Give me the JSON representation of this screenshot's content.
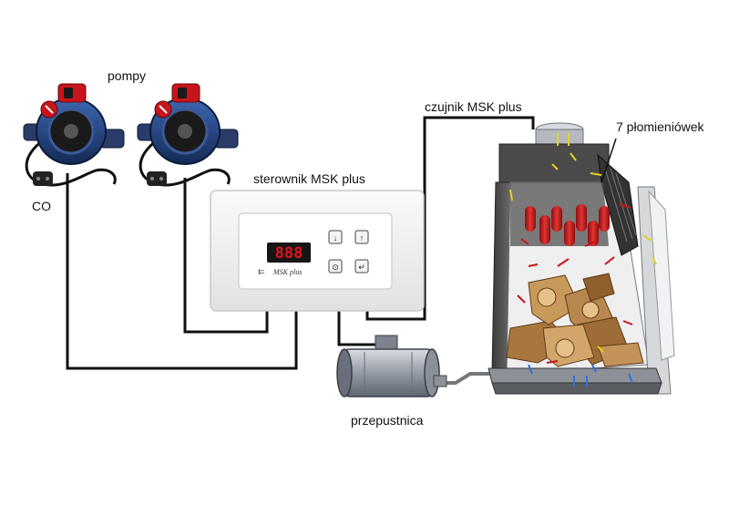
{
  "labels": {
    "pumps": "pompy",
    "co": "CO",
    "controller": "sterownik MSK plus",
    "sensor": "czujnik MSK plus",
    "flames": "7 płomieniówek",
    "damper": "przepustnica"
  },
  "controller": {
    "display": "888",
    "brand": "MSK plus",
    "buttons": [
      "↓",
      "↑",
      "⊙",
      "↵"
    ]
  },
  "colors": {
    "wire": "#111111",
    "pump_blue": "#1f3f7a",
    "pump_red": "#c8141c",
    "lcd_red": "#e0141c",
    "flame_tube": "#c81a1a",
    "wood": "#b8874e"
  }
}
